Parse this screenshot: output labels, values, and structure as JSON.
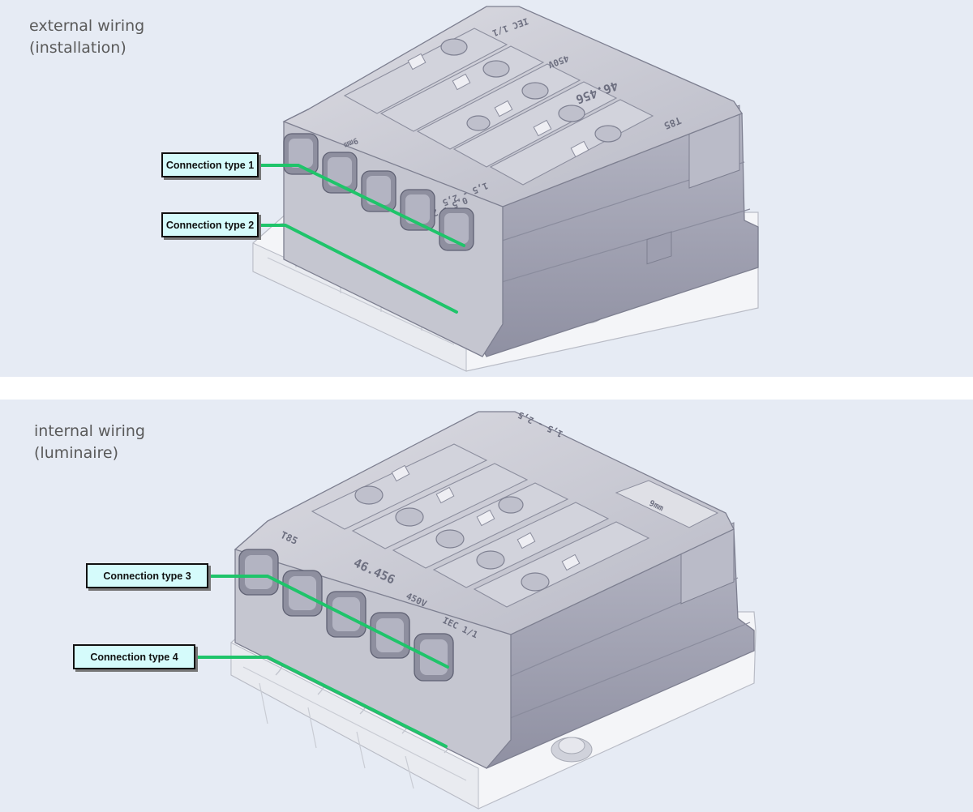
{
  "panels": [
    {
      "heading": [
        "external wiring",
        "(installation)"
      ],
      "connector": {
        "molded_text": [
          "T85",
          "46.456",
          "450V",
          "IEC 1/1",
          "0,5 - 2,5",
          "1,5 - 2,5",
          "9mm"
        ]
      },
      "callouts": [
        {
          "label": "Connection type 1"
        },
        {
          "label": "Connection type 2"
        }
      ]
    },
    {
      "heading": [
        "internal wiring",
        "(luminaire)"
      ],
      "connector": {
        "molded_text": [
          "T85",
          "46.456",
          "450V",
          "IEC 1/1",
          "1,5 - 2,5",
          "9mm"
        ]
      },
      "callouts": [
        {
          "label": "Connection type 3"
        },
        {
          "label": "Connection type 4"
        }
      ]
    }
  ],
  "colors": {
    "panel_background": "#e6ebf4",
    "callout_fill": "#d5fbfb",
    "leader_line": "#1fc46a",
    "housing_top": "#c9c9d1",
    "housing_side": "#a9aab8",
    "base_clear": "#f3f4f7"
  }
}
